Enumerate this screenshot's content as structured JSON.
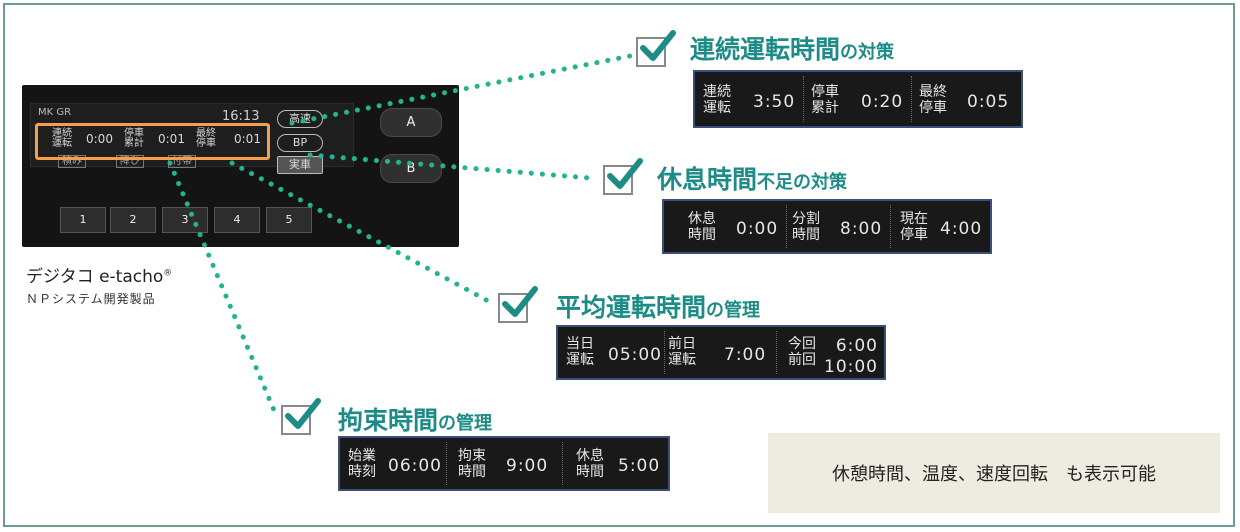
{
  "device": {
    "topline": "MK GR",
    "time": "16:13",
    "status_label": "高速",
    "bp_label": "BP",
    "mode_label": "実車",
    "row": [
      "連続\n運転",
      "0:00",
      "停車\n累計",
      "0:01",
      "最終\n停車",
      "0:01"
    ],
    "subrow": [
      "積み",
      "降ひ",
      "付帯"
    ],
    "button_a": "A",
    "button_b": "B",
    "numbers": [
      "1",
      "2",
      "3",
      "4",
      "5"
    ]
  },
  "caption": {
    "name": "デジタコ e-tacho",
    "mark": "®",
    "sub": "ＮＰシステム開発製品"
  },
  "features": [
    {
      "title_main": "連続運転時間",
      "title_sub": "の対策",
      "items": [
        {
          "label": "連続\n運転",
          "value": "3:50"
        },
        {
          "label": "停車\n累計",
          "value": "0:20"
        },
        {
          "label": "最終\n停車",
          "value": "0:05"
        }
      ]
    },
    {
      "title_main": "休息時間",
      "title_sub": "不足の対策",
      "items": [
        {
          "label": "休息\n時間",
          "value": "0:00"
        },
        {
          "label": "分割\n時間",
          "value": "8:00"
        },
        {
          "label": "現在\n停車",
          "value": "4:00"
        }
      ]
    },
    {
      "title_main": "平均運転時間",
      "title_sub": "の管理",
      "items": [
        {
          "label": "当日\n運転",
          "value": "05:00"
        },
        {
          "label": "前日\n運転",
          "value": "7:00"
        },
        {
          "label": "今回\n前回",
          "value": "6:00\n10:00"
        }
      ]
    },
    {
      "title_main": "拘束時間",
      "title_sub": "の管理",
      "items": [
        {
          "label": "始業\n時刻",
          "value": "06:00"
        },
        {
          "label": "拘束\n時間",
          "value": "9:00"
        },
        {
          "label": "休息\n時間",
          "value": "5:00"
        }
      ]
    }
  ],
  "note": "休憩時間、温度、速度回転　も表示可能",
  "colors": {
    "accent": "#1e8c86",
    "highlight": "#f4a04a",
    "dots": "#23b38f",
    "panel_border": "#3a4f7a"
  }
}
